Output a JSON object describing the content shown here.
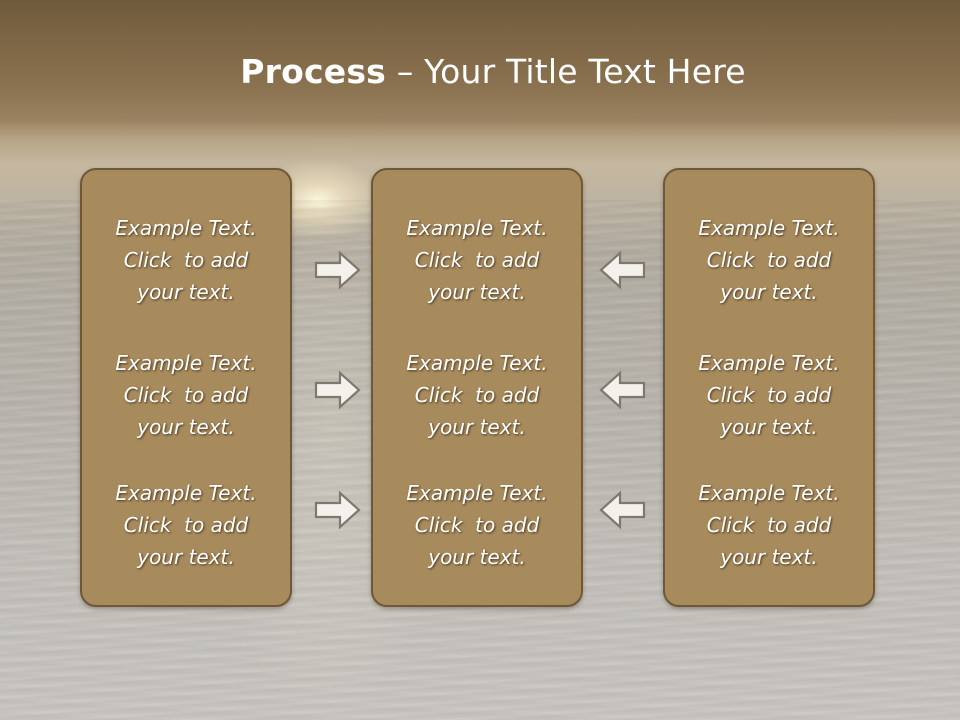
{
  "title": {
    "bold": "Process",
    "rest": " – Your Title Text Here"
  },
  "panels": {
    "left": [
      [
        "Example Text.",
        "Click  to add",
        "your text."
      ],
      [
        "Example Text.",
        "Click  to add",
        "your text."
      ],
      [
        "Example Text.",
        "Click  to add",
        "your text."
      ]
    ],
    "center": [
      [
        "Example Text.",
        "Click  to add",
        "your text."
      ],
      [
        "Example Text.",
        "Click  to add",
        "your text."
      ],
      [
        "Example Text.",
        "Click  to add",
        "your text."
      ]
    ],
    "right": [
      [
        "Example Text.",
        "Click  to add",
        "your text."
      ],
      [
        "Example Text.",
        "Click  to add",
        "your text."
      ],
      [
        "Example Text.",
        "Click  to add",
        "your text."
      ]
    ]
  },
  "arrows": {
    "left_to_center": "right-arrow-icon",
    "right_to_center": "left-arrow-icon"
  },
  "colors": {
    "panel_fill": "#a88b5d",
    "panel_border": "#6e5838",
    "arrow_fill": "#f4f1ec",
    "arrow_stroke": "#7d7870"
  }
}
